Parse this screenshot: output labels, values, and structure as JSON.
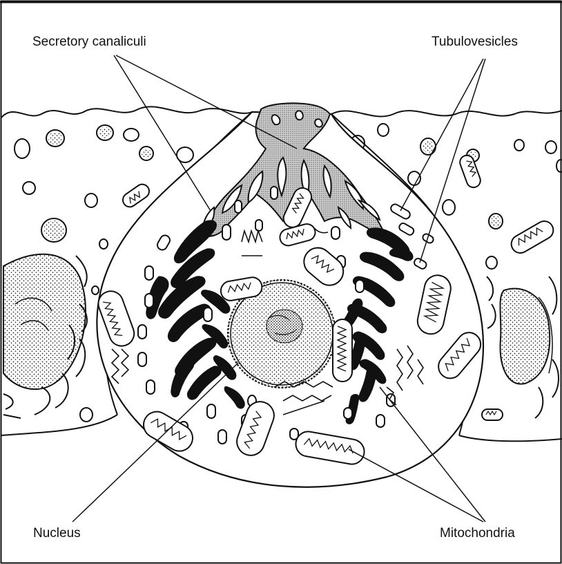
{
  "diagram": {
    "labels": {
      "secretory_canaliculi": "Secretory canaliculi",
      "tubulovesicles": "Tubulovesicles",
      "nucleus": "Nucleus",
      "mitochondria": "Mitochondria"
    }
  }
}
